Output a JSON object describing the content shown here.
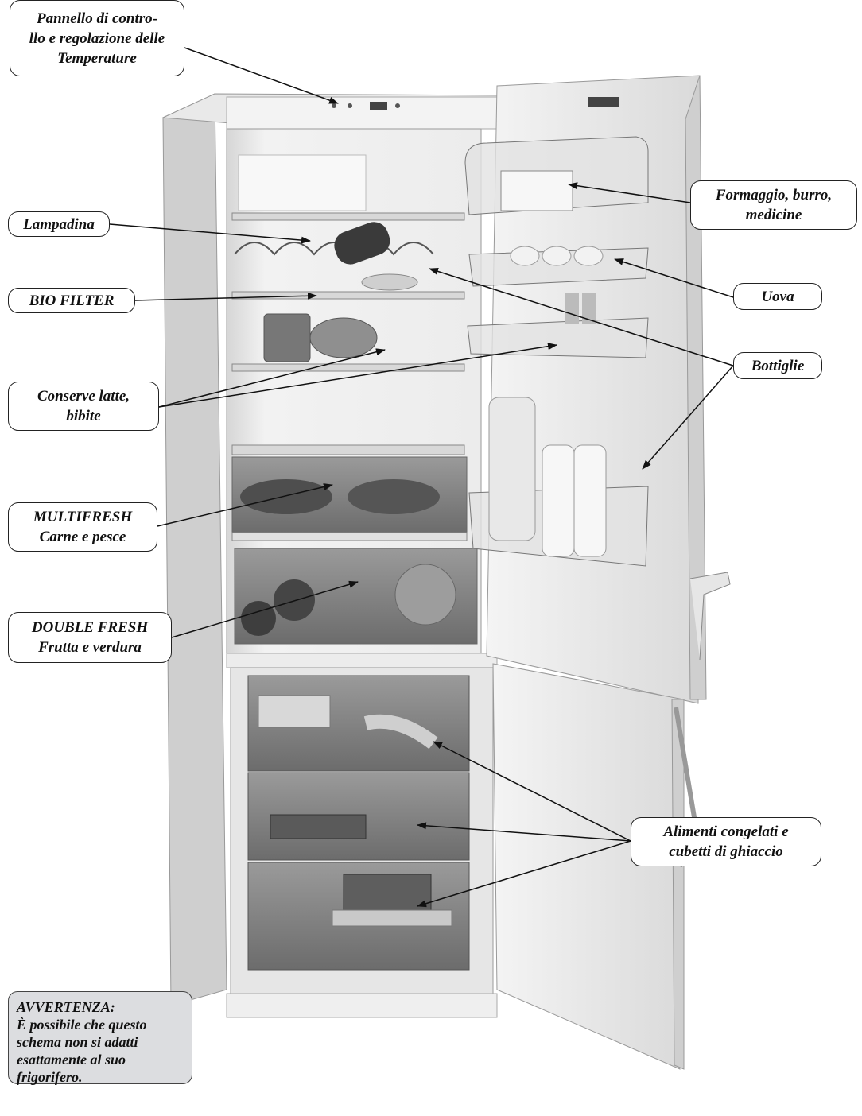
{
  "labels": {
    "control_panel": [
      "Pannello di contro-",
      "llo e regolazione delle",
      "Temperature"
    ],
    "lampadina": [
      "Lampadina"
    ],
    "bio_filter": [
      "BIO FILTER"
    ],
    "conserve": [
      "Conserve latte,",
      "bibite"
    ],
    "multifresh": [
      "MULTIFRESH",
      "Carne e pesce"
    ],
    "double_fresh": [
      "DOUBLE FRESH",
      "Frutta e verdura"
    ],
    "formaggio": [
      "Formaggio, burro,",
      "medicine"
    ],
    "uova": [
      "Uova"
    ],
    "bottiglie": [
      "Bottiglie"
    ],
    "alimenti": [
      "Alimenti congelati e",
      "cubetti di ghiaccio"
    ]
  },
  "warning": [
    "AVVERTENZA:",
    "È possibile che questo",
    "schema non si adatti",
    "esattamente al suo",
    "frigorifero."
  ],
  "colors": {
    "background": "#ffffff",
    "label_border": "#222222",
    "warning_fill": "#dcdde0",
    "arrow": "#111111"
  }
}
